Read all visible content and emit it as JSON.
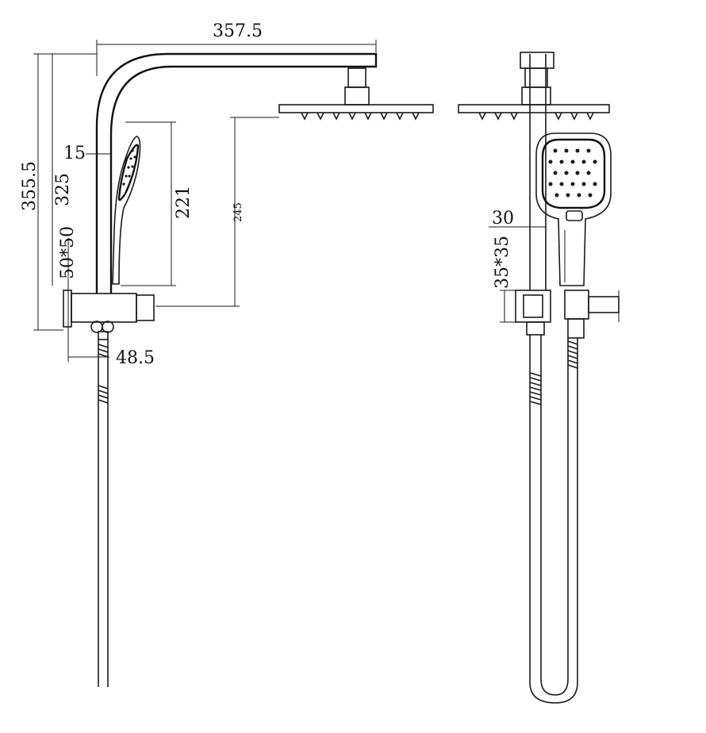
{
  "dimensions": {
    "arm_reach": "357.5",
    "total_height": "355.5",
    "riser_height": "325",
    "handshower_gap": "15",
    "handshower_length": "221",
    "head_drop": "245",
    "bracket_size_side": "50*50",
    "bracket_projection": "48.5",
    "rail_width": "30",
    "bracket_size_front": "35*35"
  },
  "colors": {
    "line": "#1a1a1a",
    "background": "#ffffff"
  }
}
